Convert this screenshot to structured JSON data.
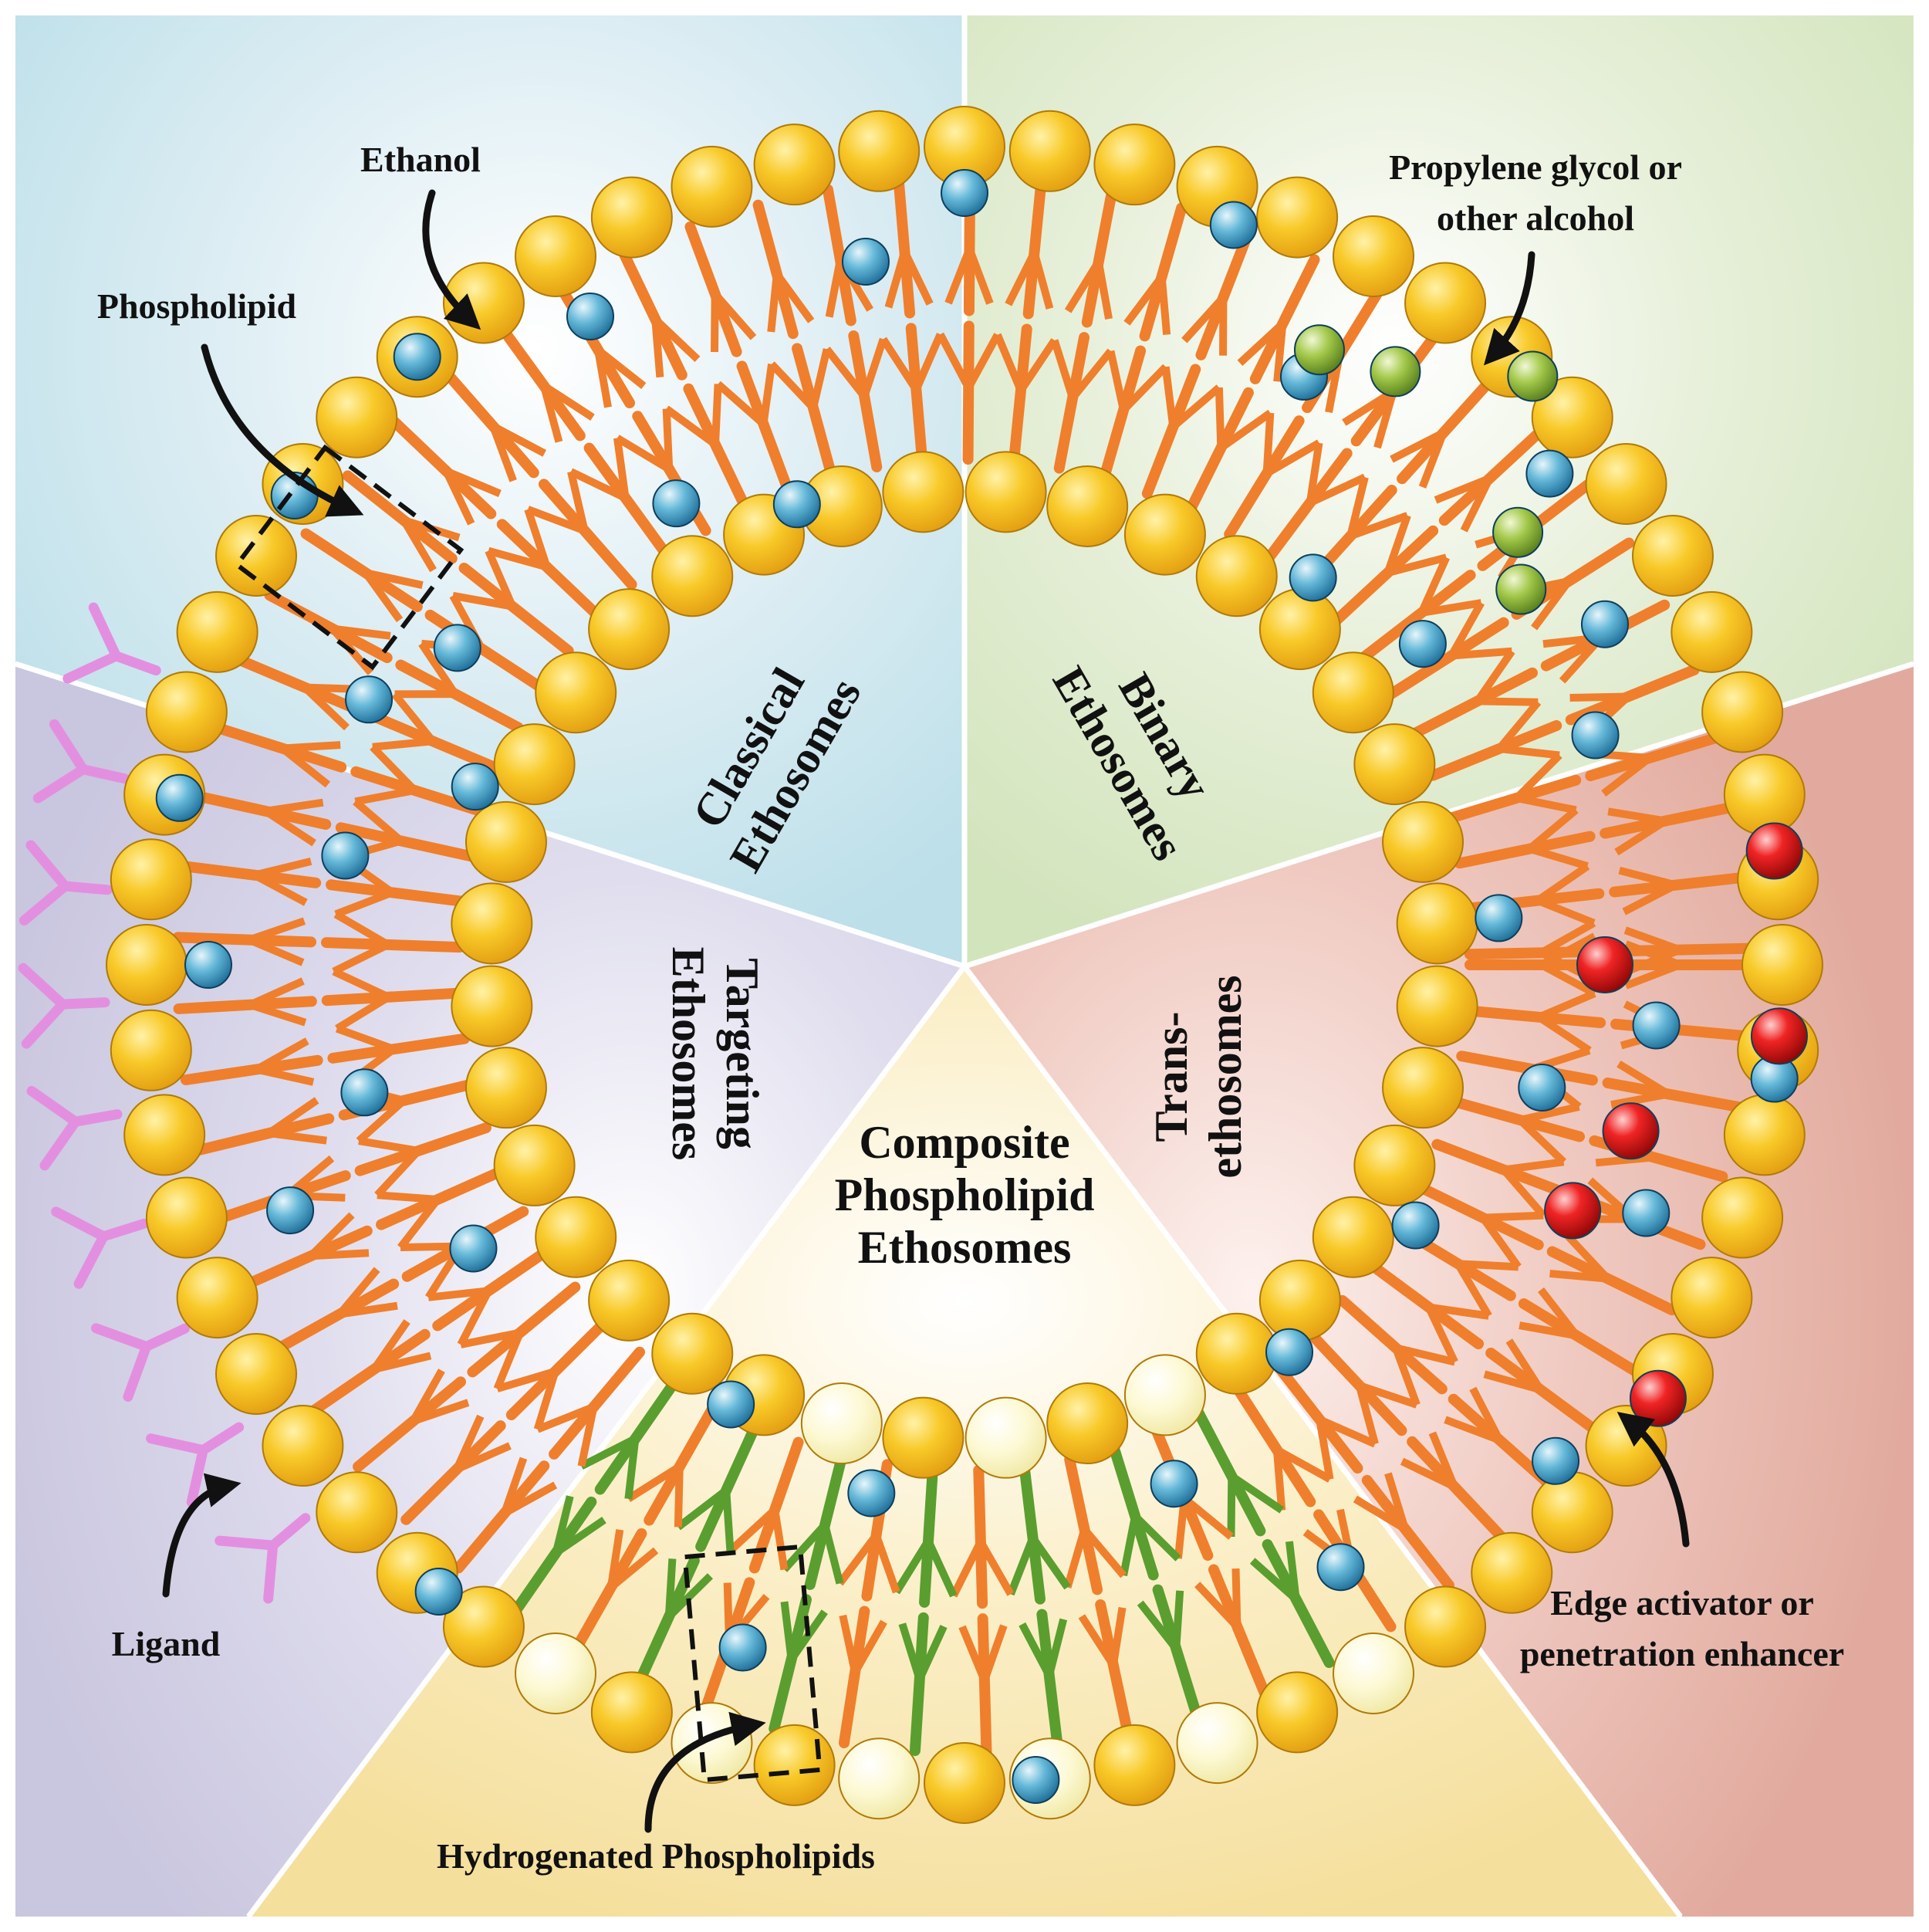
{
  "sectors": {
    "classical": {
      "line1": "Classical",
      "line2": "Ethosomes"
    },
    "binary": {
      "line1": "Binary",
      "line2": "Ethosomes"
    },
    "trans": {
      "line1": "Trans-",
      "line2": "ethosomes"
    },
    "composite": {
      "line1": "Composite",
      "line2": "Phospholipid",
      "line3": "Ethosomes"
    },
    "targeting": {
      "line1": "Targeting",
      "line2": "Ethosomes"
    }
  },
  "callouts": {
    "ethanol": "Ethanol",
    "phospholipid": "Phospholipid",
    "propylene_line1": "Propylene glycol or",
    "propylene_line2": "other alcohol",
    "edge_line1": "Edge activator or",
    "edge_line2": "penetration enhancer",
    "hydrogenated": "Hydrogenated  Phospholipids",
    "ligand": "Ligand"
  },
  "colors": {
    "classical_bg": "#bfe0ea",
    "binary_bg": "#d6e6c2",
    "trans_bg": "#e6b3a8",
    "composite_bg": "#f6e3a4",
    "targeting_bg": "#cfcce3",
    "lipid_head": "#f4bf1c",
    "lipid_tail": "#ef7f2c",
    "hydrogenated_head": "#fbf6c8",
    "hydrogenated_tail": "#5a9e2f",
    "ethanol": "#3f9fc8",
    "propylene_glycol": "#8fbf3a",
    "edge_activator": "#e01616",
    "ligand": "#e38fe0"
  },
  "icons": [
    "ethanol-molecule-icon",
    "propylene-glycol-icon",
    "edge-activator-icon",
    "ligand-icon",
    "phospholipid-icon"
  ]
}
